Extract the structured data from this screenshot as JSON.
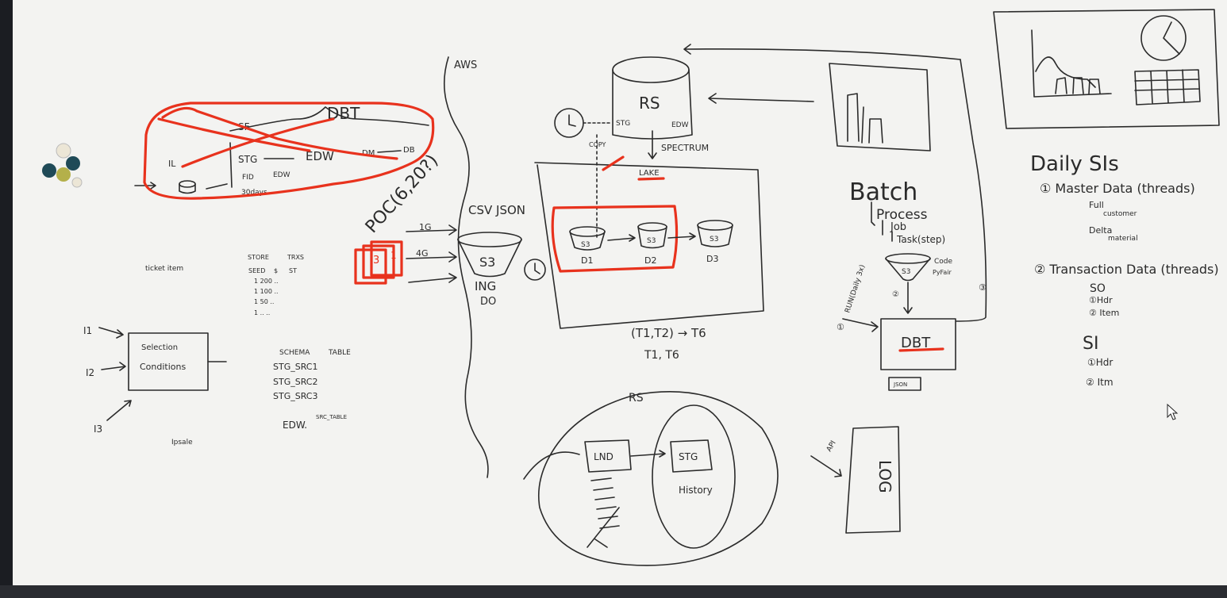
{
  "colors": {
    "board": "#f3f3f1",
    "ink": "#2b2b2b",
    "marker_red": "#e8321d",
    "frame": "#1b1d22"
  },
  "icons": {
    "cursor": "mouse-pointer-icon",
    "magnets": "magnet-cluster-icon",
    "clock": "clock-icon"
  },
  "top_left_crossed_out": {
    "dbt": "DBT",
    "sf": "SF",
    "il": "IL",
    "stg": "STG",
    "edw": "EDW",
    "dm": "DM",
    "db": "DB",
    "fid": "FID",
    "edw_small": "EDW",
    "days": "30days"
  },
  "poc": {
    "label": "POC(6,20?)",
    "arrow1": "1G",
    "arrow2": "4G",
    "box_num": "3",
    "box_num2": "1"
  },
  "left_notes": {
    "ticket_item": "ticket item",
    "header1": "STORE",
    "header2": "TRXS",
    "header3": "SEED",
    "col_a": "$",
    "col_b": "ST",
    "rows": [
      "1  200  ..",
      "1  100  ..",
      "1  50  ..",
      "1  ..  .."
    ],
    "selection": "Selection",
    "conditions": "Conditions",
    "i1": "I1",
    "i2": "I2",
    "i3": "I3",
    "schema": "SCHEMA",
    "table": "TABLE",
    "stg1": "STG_SRC1",
    "stg2": "STG_SRC2",
    "stg3": "STG_SRC3",
    "edw": "EDW.",
    "edw_note": "SRC_TABLE",
    "ipsale": "Ipsale"
  },
  "aws": {
    "label": "AWS",
    "formats": "CSV JSON",
    "s3": "S3",
    "ing": "ING",
    "do": "DO",
    "rs": "RS",
    "stg": "STG",
    "edw": "EDW",
    "spectrum": "SPECTRUM",
    "lake": "LAKE",
    "copy": "COPY",
    "d1": "D1",
    "d2": "D2",
    "d3": "D3",
    "s3_small": "S3",
    "formula": "(T1,T2) → T6",
    "formula2": "T1, T6"
  },
  "rs_circle": {
    "rs": "RS",
    "lnd": "LND",
    "stg": "STG",
    "history": "History"
  },
  "batch": {
    "title": "Batch",
    "process": "Process",
    "job": "Job",
    "task": "Task(step)",
    "s3": "S3",
    "code": "Code",
    "pyfair": "PyFair",
    "run": "RUN(Daily 3x)",
    "dbt": "DBT",
    "json": "JSON",
    "log": "LOG",
    "api": "API"
  },
  "daily": {
    "title": "Daily SIs",
    "item1": "① Master Data (threads)",
    "item1a": "Full",
    "item1b": "customer",
    "item1c": "Delta",
    "item1d": "material",
    "item2": "② Transaction Data (threads)",
    "so": "SO",
    "so_hdr": "①Hdr",
    "so_item": "② Item",
    "si": "SI",
    "si_hdr": "①Hdr",
    "si_itm": "② Itm"
  }
}
